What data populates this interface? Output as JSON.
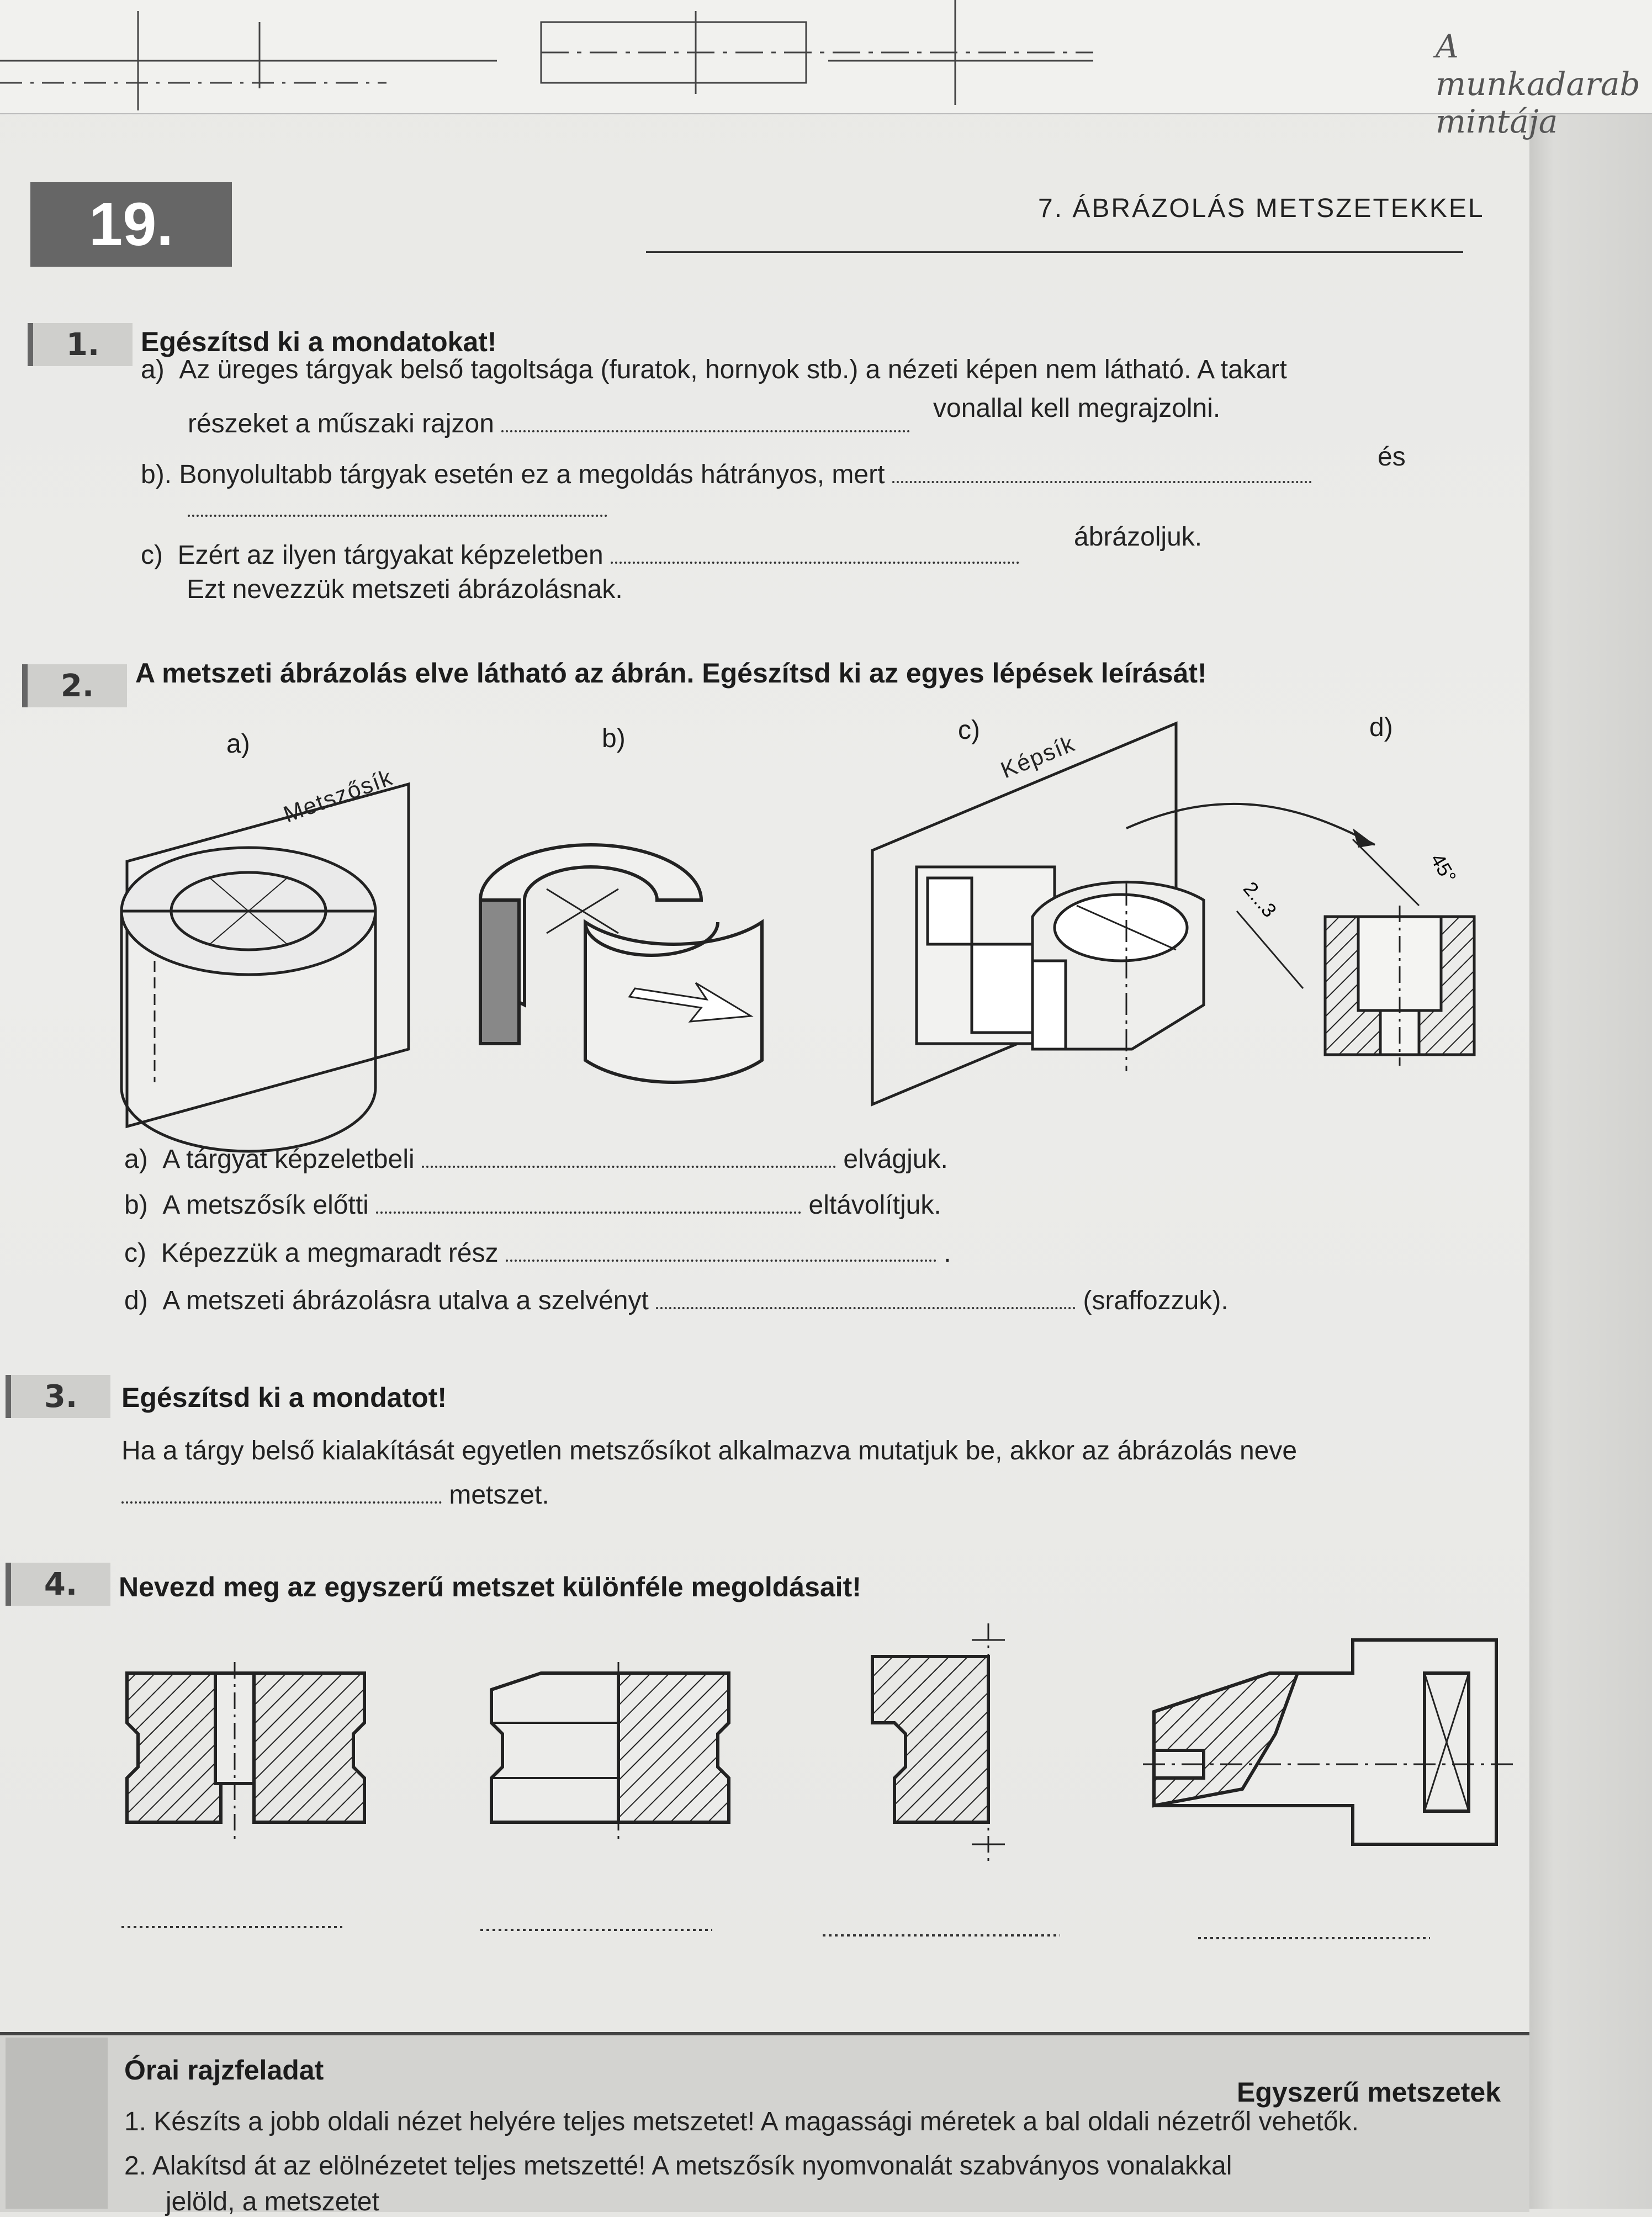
{
  "header": {
    "chapter_number": "19.",
    "chapter_title": "7. ÁBRÁZOLÁS METSZETEKKEL",
    "handwritten_note": "A munkadarab mintája"
  },
  "task1": {
    "number": "1.",
    "title": "Egészítsd ki a mondatokat!",
    "a_label": "a)",
    "a_line1": "Az üreges tárgyak belső tagoltsága (furatok, hornyok stb.) a nézeti képen nem látható. A takart",
    "a_line2_prefix": "részeket a műszaki rajzon",
    "a_line2_suffix": "vonallal kell megrajzolni.",
    "b_label": "b).",
    "b_text": "Bonyolultabb tárgyak esetén ez a megoldás hátrányos, mert",
    "b_suffix": "és",
    "c_label": "c)",
    "c_line1_prefix": "Ezért az ilyen tárgyakat képzeletben",
    "c_line1_suffix": "ábrázoljuk.",
    "c_line2": "Ezt nevezzük metszeti ábrázolásnak."
  },
  "task2": {
    "number": "2.",
    "title": "A metszeti ábrázolás elve látható az ábrán. Egészítsd ki az egyes lépések leírását!",
    "figure_labels": [
      "a)",
      "b)",
      "c)",
      "d)"
    ],
    "metszosik": "Metszősík",
    "kepsik": "Képsík",
    "angle": "45°",
    "spacing": "2...3",
    "items": [
      {
        "label": "a)",
        "prefix": "A tárgyat képzeletbeli",
        "suffix": "elvágjuk."
      },
      {
        "label": "b)",
        "prefix": "A metszősík előtti",
        "suffix": "eltávolítjuk."
      },
      {
        "label": "c)",
        "prefix": "Képezzük a megmaradt rész",
        "suffix": "."
      },
      {
        "label": "d)",
        "prefix": "A metszeti ábrázolásra utalva a szelvényt",
        "suffix": "(sraffozzuk)."
      }
    ]
  },
  "task3": {
    "number": "3.",
    "title": "Egészítsd ki a mondatot!",
    "line1": "Ha a tárgy belső kialakítását egyetlen metszősíkot alkalmazva mutatjuk be, akkor az ábrázolás neve",
    "line2_suffix": "metszet."
  },
  "task4": {
    "number": "4.",
    "title": "Nevezd meg az egyszerű metszet különféle megoldásait!"
  },
  "drawing_task": {
    "title": "Órai rajzfeladat",
    "subtitle": "Egyszerű metszetek",
    "item1": "1.  Készíts a jobb oldali nézet helyére teljes metszetet! A magassági méretek a bal oldali nézetről vehetők.",
    "item2": "2.  Alakítsd át az elölnézetet teljes metszetté! A metszősík nyomvonalát szabványos vonalakkal",
    "item2_cont": "jelöld, a metszetet"
  }
}
